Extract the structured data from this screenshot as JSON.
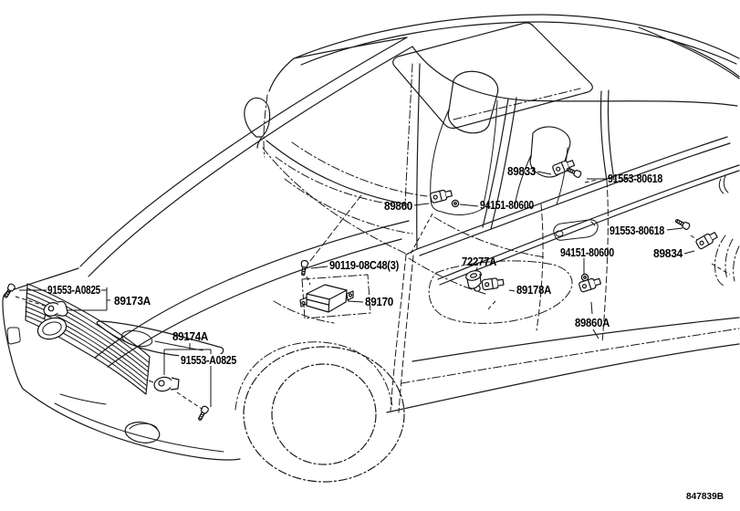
{
  "diagram": {
    "description": "Air bag sensor location line-art diagram, sedan front three-quarter view",
    "code": "847839B",
    "palette": {
      "ink": "#1a1a1a",
      "background": "#ffffff"
    }
  },
  "callouts": {
    "c_89833": {
      "part_no": "89833"
    },
    "c_91553_80618_upper": {
      "part_no": "91553-80618"
    },
    "c_89860": {
      "part_no": "89860"
    },
    "c_94151_80600_pillar": {
      "part_no": "94151-80600"
    },
    "c_90119_08c48": {
      "part_no": "90119-08C48(3)"
    },
    "c_89170": {
      "part_no": "89170"
    },
    "c_72277a": {
      "part_no": "72277A"
    },
    "c_89178a": {
      "part_no": "89178A"
    },
    "c_94151_80600_door": {
      "part_no": "94151-80600"
    },
    "c_91553_80618_lower": {
      "part_no": "91553-80618"
    },
    "c_89834": {
      "part_no": "89834"
    },
    "c_89860a": {
      "part_no": "89860A"
    },
    "c_91553_a0825_grille": {
      "part_no": "91553-A0825"
    },
    "c_89173a": {
      "part_no": "89173A"
    },
    "c_89174a": {
      "part_no": "89174A"
    },
    "c_91553_a0825_bumper": {
      "part_no": "91553-A0825"
    }
  }
}
